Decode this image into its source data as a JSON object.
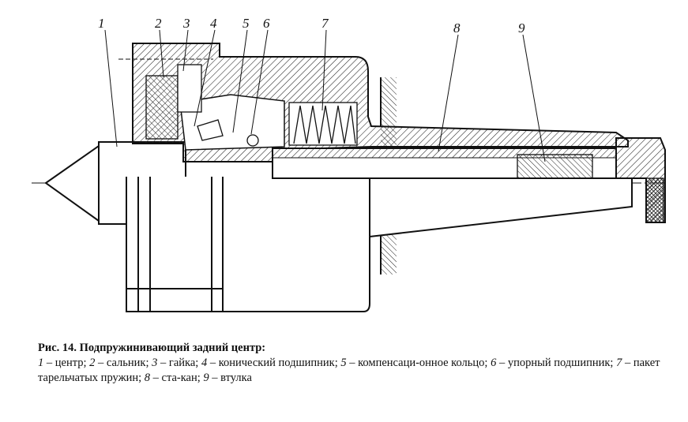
{
  "figure": {
    "labels": [
      "1",
      "2",
      "3",
      "4",
      "5",
      "6",
      "7",
      "8",
      "9"
    ]
  },
  "caption": {
    "title": "Рис. 14. Подпружинивающий задний центр:",
    "items": [
      {
        "num": "1",
        "text": " – центр; "
      },
      {
        "num": "2",
        "text": " – сальник; "
      },
      {
        "num": "3",
        "text": " – гайка; "
      },
      {
        "num": "4",
        "text": " – конический подшипник; "
      },
      {
        "num": "5",
        "text": " – компенсаци-онное кольцо; "
      },
      {
        "num": "6",
        "text": " – упорный подшипник; "
      },
      {
        "num": "7",
        "text": " – пакет тарельчатых пружин; "
      },
      {
        "num": "8",
        "text": " – ста-кан; "
      },
      {
        "num": "9",
        "text": " – втулка"
      }
    ]
  }
}
